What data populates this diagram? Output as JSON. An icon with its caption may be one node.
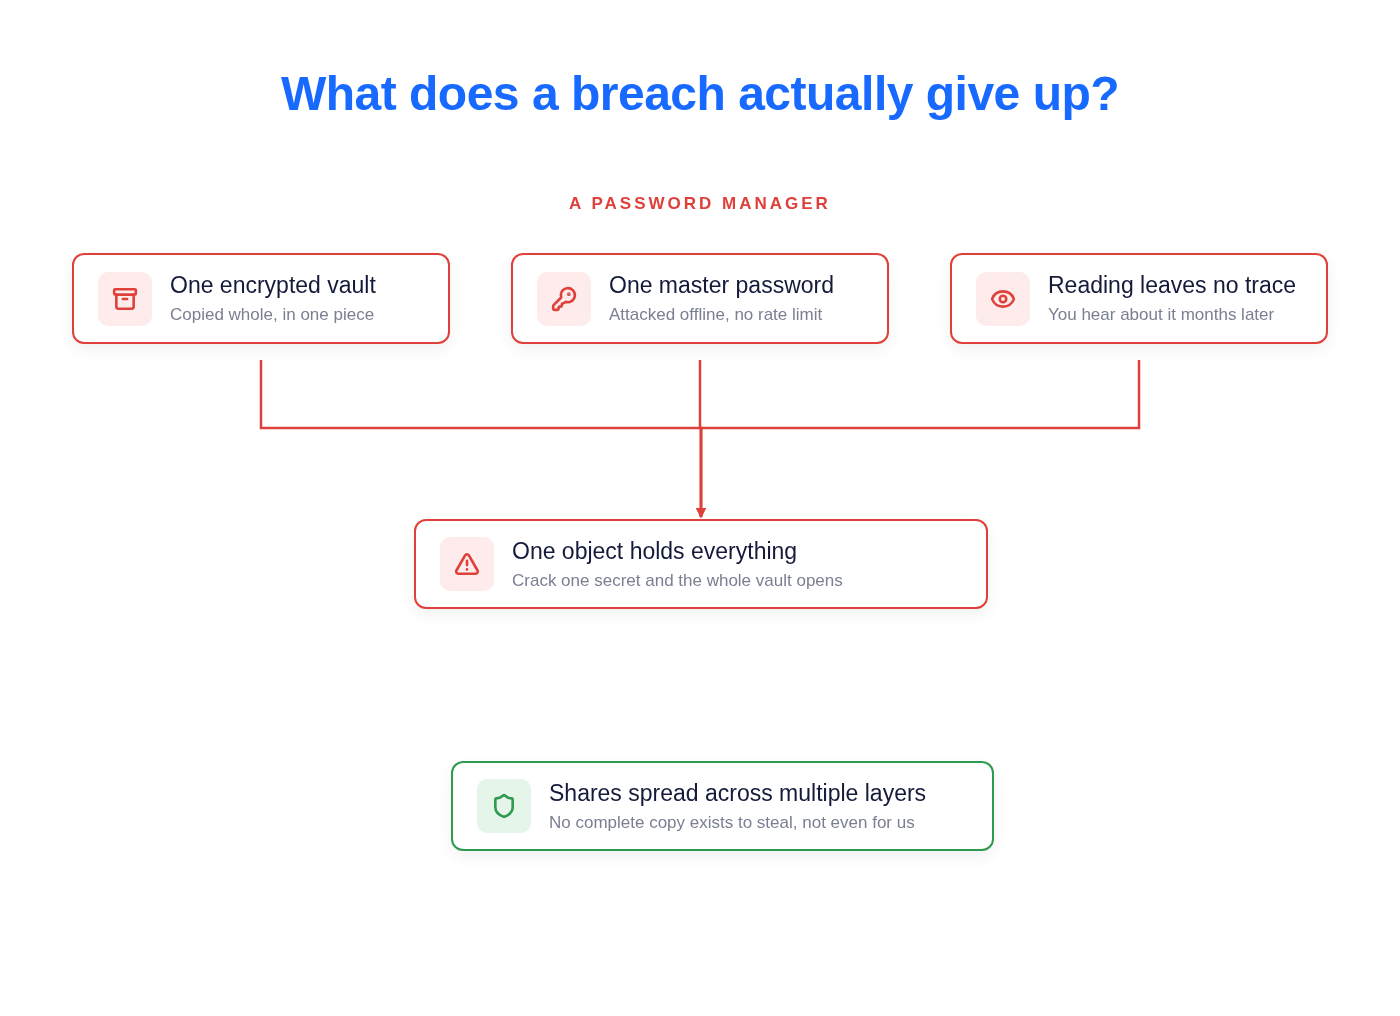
{
  "diagram": {
    "title": "What does a breach actually give up?",
    "nodes": [
      {
        "text": [
          "One encrypted vault",
          "Copied whole, in one piece"
        ]
      },
      {
        "text": [
          "One master password",
          "Attacked offline, no rate limit"
        ]
      },
      {
        "text": [
          "Reading leaves no trace",
          "You hear about it months later"
        ]
      },
      {
        "text": [
          "One object holds everything",
          "Crack one secret and the whole vault opens"
        ]
      },
      {
        "text": [
          "Shares spread across multiple layers",
          "No complete copy exists to steal, not even for us"
        ]
      }
    ],
    "edges": [
      {
        "from": 0,
        "to": 3,
        "arrow": "to"
      },
      {
        "from": 1,
        "to": 3,
        "arrow": "to"
      },
      {
        "from": 2,
        "to": 3,
        "arrow": "to"
      }
    ],
    "labels": [
      "A PASSWORD MANAGER"
    ]
  }
}
